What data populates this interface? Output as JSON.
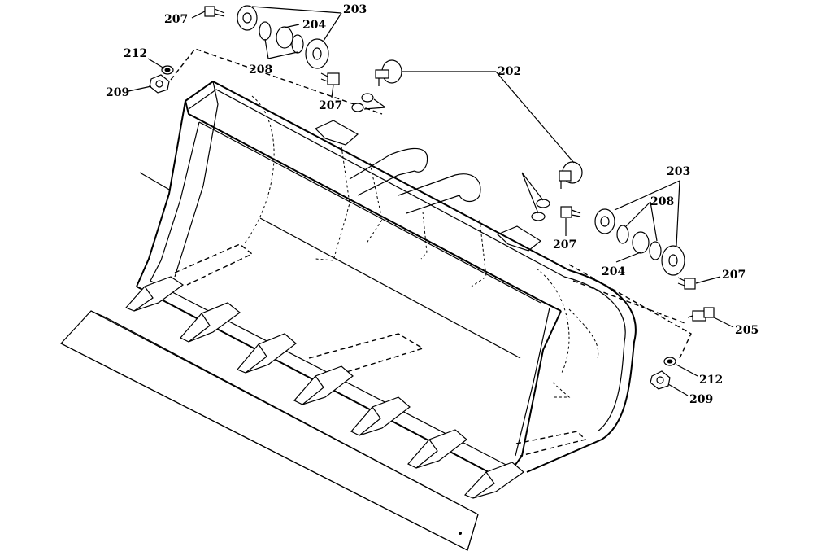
{
  "labels": {
    "l207a": "207",
    "l203a": "203",
    "l204a": "204",
    "l208a": "208",
    "l212a": "212",
    "l209a": "209",
    "l207b": "207",
    "l202": "202",
    "l203b": "203",
    "l208b": "208",
    "l207c": "207",
    "l204b": "204",
    "l207d": "207",
    "l205": "205",
    "l212b": "212",
    "l209b": "209"
  }
}
